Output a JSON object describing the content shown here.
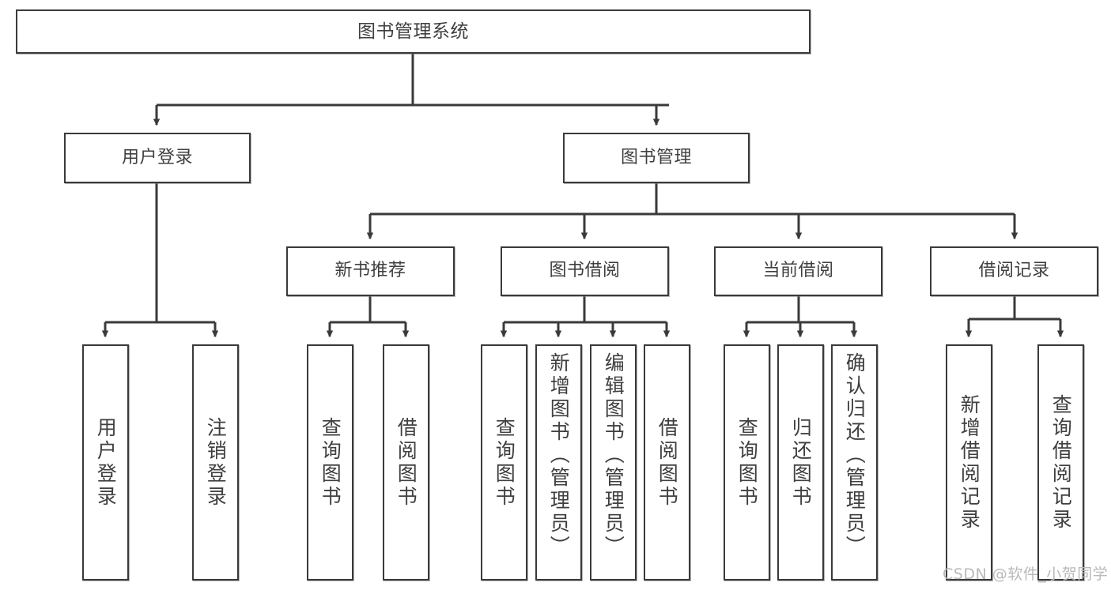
{
  "diagram": {
    "title": "图书管理系统",
    "type": "tree",
    "root": {
      "id": "root",
      "label": "图书管理系统",
      "orientation": "horizontal"
    },
    "level2": [
      {
        "id": "user-login",
        "label": "用户登录",
        "orientation": "horizontal"
      },
      {
        "id": "book-manage",
        "label": "图书管理",
        "orientation": "horizontal"
      }
    ],
    "level3": [
      {
        "id": "new-book-recommend",
        "label": "新书推荐",
        "orientation": "horizontal",
        "parent": "book-manage"
      },
      {
        "id": "book-borrow",
        "label": "图书借阅",
        "orientation": "horizontal",
        "parent": "book-manage"
      },
      {
        "id": "current-borrow",
        "label": "当前借阅",
        "orientation": "horizontal",
        "parent": "book-manage"
      },
      {
        "id": "borrow-record",
        "label": "借阅记录",
        "orientation": "horizontal",
        "parent": "book-manage"
      }
    ],
    "leaves": [
      {
        "id": "leaf-user-login",
        "label": "用户登录",
        "orientation": "vertical",
        "parent": "user-login"
      },
      {
        "id": "leaf-logout",
        "label": "注销登录",
        "orientation": "vertical",
        "parent": "user-login"
      },
      {
        "id": "leaf-query-book-1",
        "label": "查询图书",
        "orientation": "vertical",
        "parent": "new-book-recommend"
      },
      {
        "id": "leaf-borrow-book-1",
        "label": "借阅图书",
        "orientation": "vertical",
        "parent": "new-book-recommend"
      },
      {
        "id": "leaf-query-book-2",
        "label": "查询图书",
        "orientation": "vertical",
        "parent": "book-borrow"
      },
      {
        "id": "leaf-add-book",
        "label": "新增图书（管理员）",
        "orientation": "vertical",
        "parent": "book-borrow"
      },
      {
        "id": "leaf-edit-book",
        "label": "编辑图书（管理员）",
        "orientation": "vertical",
        "parent": "book-borrow"
      },
      {
        "id": "leaf-borrow-book-2",
        "label": "借阅图书",
        "orientation": "vertical",
        "parent": "book-borrow"
      },
      {
        "id": "leaf-query-book-3",
        "label": "查询图书",
        "orientation": "vertical",
        "parent": "current-borrow"
      },
      {
        "id": "leaf-return-book",
        "label": "归还图书",
        "orientation": "vertical",
        "parent": "current-borrow"
      },
      {
        "id": "leaf-confirm-return",
        "label": "确认归还（管理员）",
        "orientation": "vertical",
        "parent": "current-borrow"
      },
      {
        "id": "leaf-add-record",
        "label": "新增借阅记录",
        "orientation": "vertical",
        "parent": "borrow-record"
      },
      {
        "id": "leaf-query-record",
        "label": "查询借阅记录",
        "orientation": "vertical",
        "parent": "borrow-record"
      }
    ],
    "colors": {
      "box_border": "#3a3a3a",
      "box_fill": "#ffffff",
      "connector": "#3a3a3a",
      "text": "#3f3f3f",
      "background": "#ffffff",
      "watermark": "#b9b9b9"
    }
  },
  "watermark": {
    "text": "CSDN @软件_小贺同学"
  }
}
